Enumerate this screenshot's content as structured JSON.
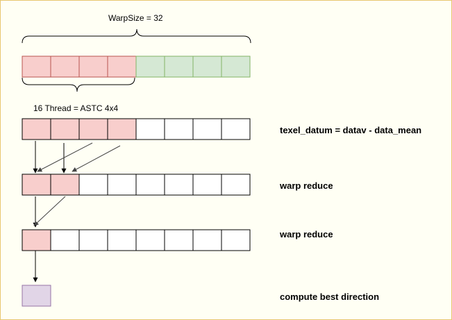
{
  "labels": {
    "warp_size": "WarpSize = 32",
    "thread_group": "16 Thread = ASTC 4x4"
  },
  "rows": [
    {
      "id": "warp",
      "cells": [
        "pink",
        "pink",
        "pink",
        "pink",
        "green",
        "green",
        "green",
        "green"
      ],
      "label": ""
    },
    {
      "id": "load",
      "cells": [
        "pink",
        "pink",
        "pink",
        "pink",
        "white",
        "white",
        "white",
        "white"
      ],
      "label": "texel_datum = datav - data_mean"
    },
    {
      "id": "reduce1",
      "cells": [
        "pink",
        "pink",
        "white",
        "white",
        "white",
        "white",
        "white",
        "white"
      ],
      "label": "warp reduce"
    },
    {
      "id": "reduce2",
      "cells": [
        "pink",
        "white",
        "white",
        "white",
        "white",
        "white",
        "white",
        "white"
      ],
      "label": "warp reduce"
    },
    {
      "id": "result",
      "cells": [
        "purple"
      ],
      "label": "compute best direction"
    }
  ],
  "colors": {
    "pink": "#f8cecc",
    "green": "#d5e8d4",
    "purple": "#e1d5e7",
    "white": "#ffffff",
    "outline_default": "#000000",
    "outline_warp": "#82b366",
    "outline_pink": "#b85450",
    "outline_purple": "#9673a6",
    "arrow_straight": "#000000",
    "arrow_diagonal": "#555555"
  },
  "icons": {
    "top_brace": "curly-brace-icon",
    "bottom_brace": "curly-brace-icon",
    "arrow": "arrow-icon"
  }
}
